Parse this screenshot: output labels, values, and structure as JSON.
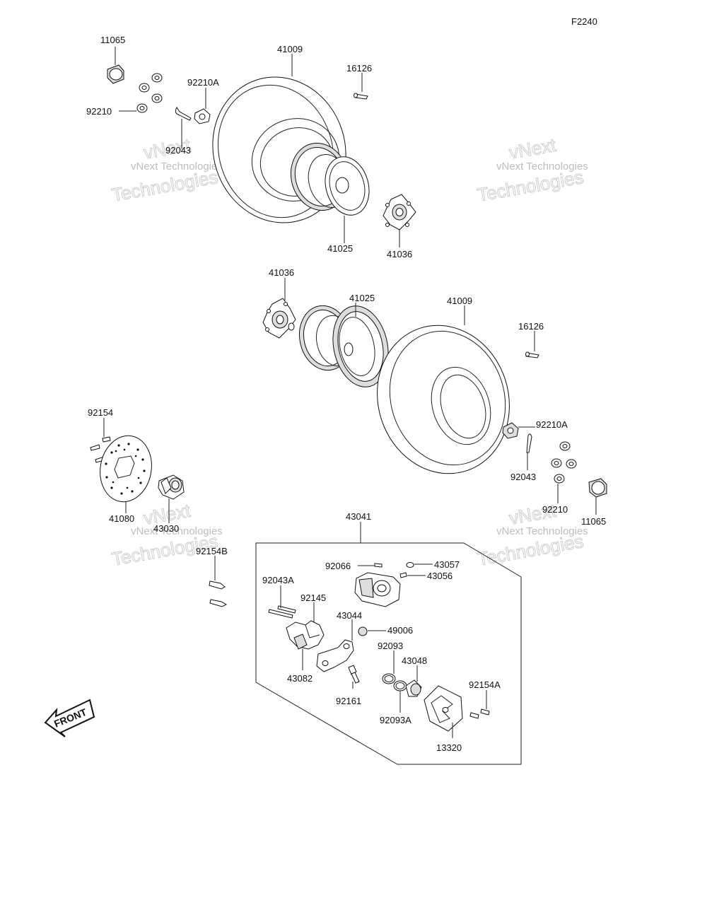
{
  "figure_code": "F2240",
  "front_label": "FRONT",
  "watermark": {
    "line1": "vNext Technologies",
    "line2": "Technologies",
    "line3": "vNext"
  },
  "callouts": {
    "c_11065_top": "11065",
    "c_41009_top": "41009",
    "c_16126_top": "16126",
    "c_92210A_top": "92210A",
    "c_92210_top": "92210",
    "c_92043_top": "92043",
    "c_41025_top": "41025",
    "c_41036_top": "41036",
    "c_41036_mid": "41036",
    "c_41025_mid": "41025",
    "c_41009_mid": "41009",
    "c_16126_mid": "16126",
    "c_92210A_mid": "92210A",
    "c_92043_mid": "92043",
    "c_92210_mid": "92210",
    "c_11065_mid": "11065",
    "c_92154": "92154",
    "c_41080": "41080",
    "c_43030": "43030",
    "c_92154B": "92154B",
    "c_43041": "43041",
    "c_92066": "92066",
    "c_43057": "43057",
    "c_43056": "43056",
    "c_92043A": "92043A",
    "c_92145": "92145",
    "c_43044": "43044",
    "c_49006": "49006",
    "c_92093": "92093",
    "c_43048": "43048",
    "c_43082": "43082",
    "c_92161": "92161",
    "c_92093A": "92093A",
    "c_92154A": "92154A",
    "c_13320": "13320"
  }
}
